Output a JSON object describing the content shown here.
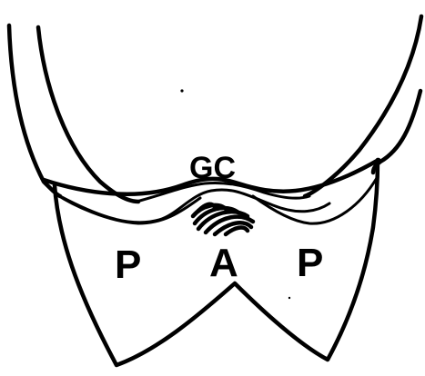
{
  "diagram": {
    "labels": {
      "left_region": "P",
      "center_region": "A",
      "right_region": "P",
      "top_mark": "GC"
    },
    "colors": {
      "ink": "#000000",
      "background": "#ffffff"
    }
  }
}
